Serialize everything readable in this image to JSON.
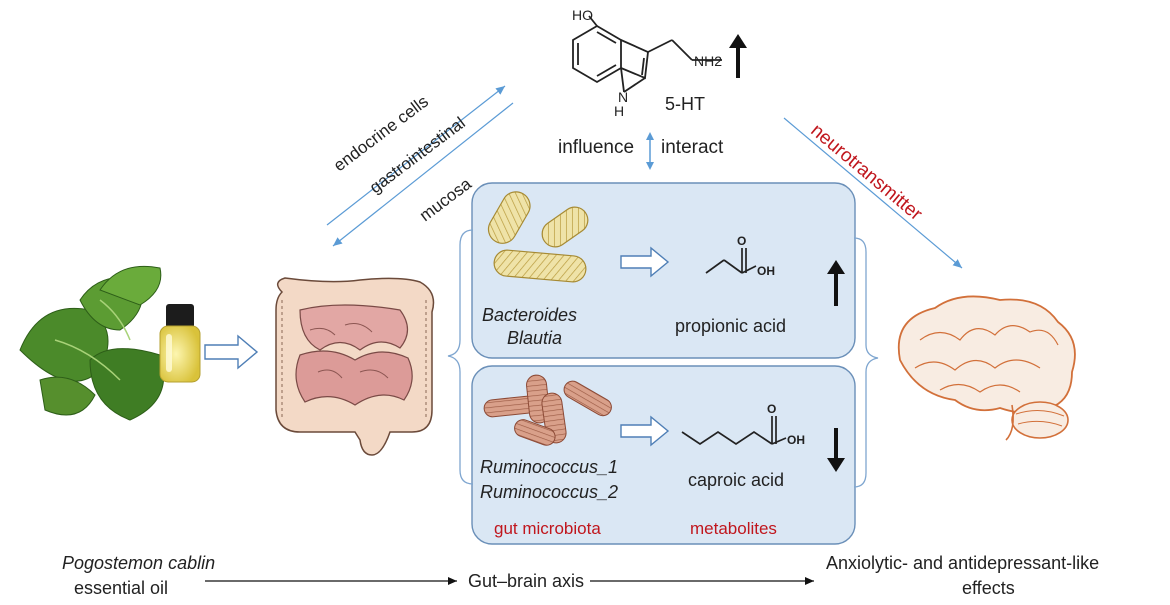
{
  "serotonin": {
    "name": "5-HT",
    "oh_label": "HO",
    "nh2_label": "NH2",
    "nh_label": "H",
    "nh_n": "N"
  },
  "axis_relations": {
    "influence": "influence",
    "interact": "interact"
  },
  "left_pathway": {
    "line1": "endocrine cells",
    "line2": "gastrointestinal",
    "line3": "mucosa"
  },
  "right_pathway": {
    "label": "neurotransmitter"
  },
  "upper_box": {
    "bacteria_1": "Bacteroides",
    "bacteria_2": "Blautia",
    "metabolite": "propionic acid",
    "oh": "OH",
    "o": "O",
    "trend": "up"
  },
  "lower_box": {
    "bacteria_1": "Ruminococcus_1",
    "bacteria_2": "Ruminococcus_2",
    "metabolite": "caproic acid",
    "oh": "OH",
    "o": "O",
    "trend": "down"
  },
  "categories": {
    "microbiota": "gut microbiota",
    "metabolites": "metabolites"
  },
  "bottom_axis": {
    "source_line1": "Pogostemon cablin",
    "source_line2": "essential oil",
    "middle": "Gut–brain axis",
    "outcome_line1": "Anxiolytic- and antidepressant-like",
    "outcome_line2": "effects"
  },
  "colors": {
    "box_fill": "#dae7f4",
    "box_stroke": "#6a8fb8",
    "pathway_arrow": "#5b9bd5",
    "highlight_text": "#c0161d",
    "bracket": "#7fa6d0"
  }
}
